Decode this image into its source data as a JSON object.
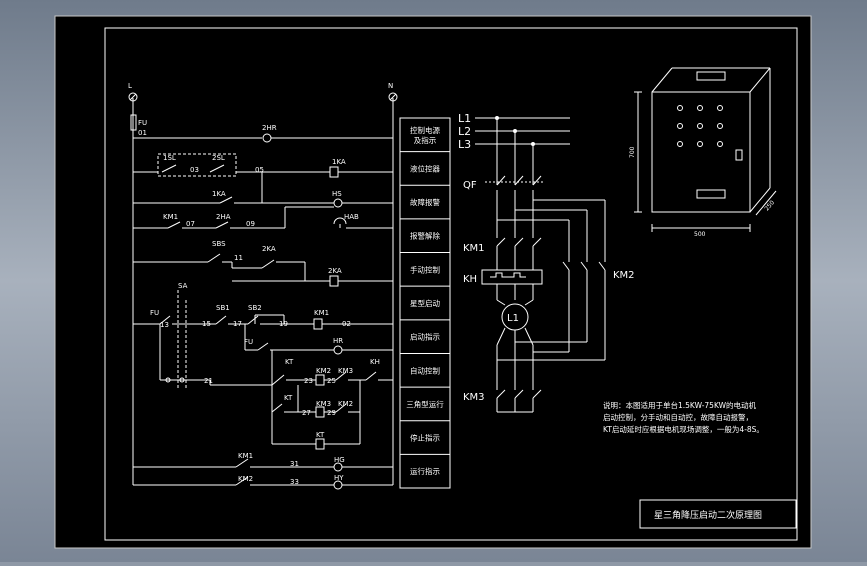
{
  "nodes": {
    "L": "L",
    "N": "N",
    "FU_main": "FU",
    "n01": "01",
    "HR2": "2HR",
    "SL1": "1SL",
    "SL2": "2SL",
    "n03": "03",
    "KA1_coil": "1KA",
    "KA1_contact": "1KA",
    "n05": "05",
    "HS": "HS",
    "KM1": "KM1",
    "n07": "07",
    "HA2": "2HA",
    "n09": "09",
    "HAB": "HAB",
    "SBS": "SBS",
    "KA2_contact": "2KA",
    "n11": "11",
    "KA2_coil": "2KA",
    "SA": "SA",
    "FU2": "FU",
    "n13": "13",
    "n15": "15",
    "SB1": "SB1",
    "SB2": "SB2",
    "n17": "17",
    "n19": "19",
    "KM1_coil": "KM1",
    "n02": "02",
    "FU3": "FU",
    "HR": "HR",
    "n21": "21",
    "KT1": "KT",
    "KM2_a": "KM2",
    "KM3_a": "KM3",
    "KH": "KH",
    "n23": "23",
    "n25": "25",
    "KT2": "KT",
    "KM3_b": "KM3",
    "KM2_b": "KM2",
    "n27": "27",
    "n29": "29",
    "KT_coil": "KT",
    "KM1_b": "KM1",
    "n31": "31",
    "HG": "HG",
    "KM2_c": "KM2",
    "n33": "33",
    "HY": "HY"
  },
  "labels": [
    "控制电源\n及指示",
    "液位控器",
    "故障报警",
    "报警解除",
    "手动控制",
    "星型启动",
    "启动指示",
    "自动控制",
    "三角型运行",
    "停止指示",
    "运行指示"
  ],
  "motor": {
    "L1": "L1",
    "L2": "L2",
    "L3": "L3",
    "QF": "QF",
    "KM1": "KM1",
    "KH": "KH",
    "KM2": "KM2",
    "M": "L1",
    "KM3": "KM3"
  },
  "cabinet": {
    "height": "700",
    "width": "500",
    "depth": "250"
  },
  "note": {
    "line1": "说明：本图适用于单台1.5KW-75KW的电动机",
    "line2": "启动控制，分手动和自动控，故障自动报警，",
    "line3": "KT启动延时应根据电机现场调整，一般为4-8S。"
  },
  "title": "星三角降压启动二次原理图"
}
